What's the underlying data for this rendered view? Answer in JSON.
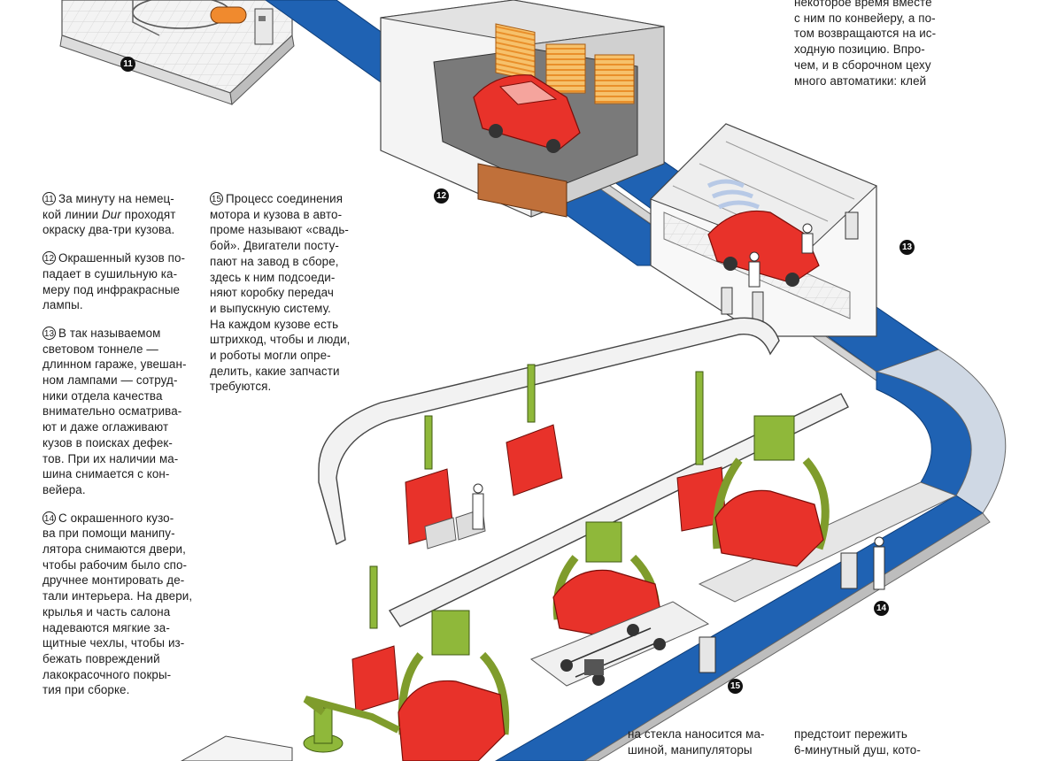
{
  "colors": {
    "belt_blue": "#1f62b3",
    "car_red": "#e8322a",
    "robot_green": "#8fb83a",
    "lamp_orange": "#f2a53a"
  },
  "markers": [
    "11",
    "12",
    "13",
    "14",
    "15"
  ],
  "column_top_right": {
    "lines": [
      "некоторое время вместе",
      "с ним по конвейеру, а по-",
      "том возвращаются на ис-",
      "ходную позицию. Впро-",
      "чем, и в сборочном цеху",
      "много автоматики: клей"
    ]
  },
  "left_column": {
    "p11": {
      "num": "11",
      "lines": [
        "За минуту на немец-",
        "кой линии ",
        "Dur",
        " проходят",
        "окраску два-три кузова."
      ]
    },
    "p12": {
      "num": "12",
      "lines": [
        "Окрашенный кузов по-",
        "падает в сушильную ка-",
        "меру под инфракрасные",
        "лампы."
      ]
    },
    "p13": {
      "num": "13",
      "lines": [
        "В так называемом",
        "световом тоннеле —",
        "длинном гараже, увешан-",
        "ном лампами — сотруд-",
        "ники отдела качества",
        "внимательно осматрива-",
        "ют и даже оглаживают",
        "кузов в поисках дефек-",
        "тов. При их наличии ма-",
        "шина снимается с кон-",
        "вейера."
      ]
    },
    "p14": {
      "num": "14",
      "lines": [
        "С окрашенного кузо-",
        "ва при помощи манипу-",
        "лятора снимаются двери,",
        "чтобы рабочим было спо-",
        "дручнее монтировать де-",
        "тали интерьера. На двери,",
        "крылья и часть салона",
        "надеваются мягкие за-",
        "щитные чехлы, чтобы из-",
        "бежать повреждений",
        "лакокрасочного покры-",
        "тия при сборке."
      ]
    }
  },
  "middle_column": {
    "p15": {
      "num": "15",
      "lines": [
        "Процесс соединения",
        "мотора и кузова в авто-",
        "проме называют «свадь-",
        "бой». Двигатели посту-",
        "пают на завод в сборе,",
        "здесь к ним подсоеди-",
        "няют коробку передач",
        "и выпускную систему.",
        "На каждом кузове есть",
        "штрихкод, чтобы и люди,",
        "и роботы могли опре-",
        "делить, какие запчасти",
        "требуются."
      ]
    }
  },
  "bottom_mid": {
    "lines": [
      "на стекла наносится ма-",
      "шиной, манипуляторы"
    ]
  },
  "bottom_right": {
    "lines": [
      "предстоит пережить",
      "6-минутный душ, кото-"
    ]
  }
}
